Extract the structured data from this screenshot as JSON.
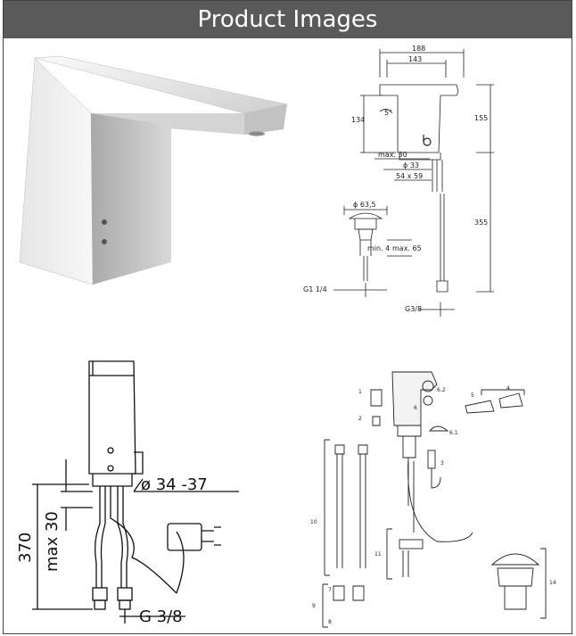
{
  "header": {
    "title": "Product Images"
  },
  "panel_tr": {
    "dim_188": "188",
    "dim_143": "143",
    "dim_134": "134",
    "dim_155": "155",
    "dim_angle": "5°",
    "dim_max30": "max. 30",
    "dim_d33": "ϕ 33",
    "dim_54x59": "54 x 59",
    "dim_d63": "ϕ 63,5",
    "dim_min4": "min. 4",
    "dim_max65": "max. 65",
    "dim_355": "355",
    "dim_g114": "G1 1/4",
    "dim_g38": "G3/8"
  },
  "panel_bl": {
    "dim_370": "370",
    "dim_max30": "max 30",
    "dim_d34": "ø 34 -37",
    "dim_g38": "G 3/8"
  },
  "panel_br": {
    "labels": [
      "1",
      "2",
      "3",
      "4",
      "5",
      "6",
      "6.1",
      "6.2",
      "7",
      "8",
      "9",
      "10",
      "11",
      "14"
    ]
  }
}
